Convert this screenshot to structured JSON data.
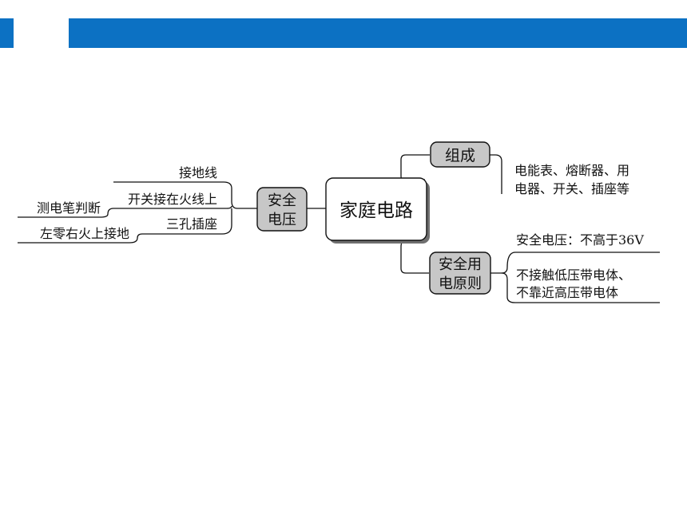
{
  "center": {
    "label": "家庭电路"
  },
  "branches": {
    "composition": {
      "label": "组成",
      "detail": [
        "电能表、熔断器、用",
        "电器、开关、插座等"
      ]
    },
    "safety_voltage": {
      "label": [
        "安全",
        "电压"
      ],
      "leaves": {
        "ground_wire": "接地线",
        "switch_on_live": "开关接在火线上",
        "three_hole_socket": "三孔插座",
        "test_pen": "测电笔判断",
        "left_neutral_right_live": "左零右火上接地"
      }
    },
    "safety_principle": {
      "label": [
        "安全用",
        "电原则"
      ],
      "leaves": {
        "safe_voltage_limit": "安全电压：不高于36V",
        "no_contact": [
          "不接触低压带电体、",
          "不靠近高压带电体"
        ]
      }
    }
  }
}
